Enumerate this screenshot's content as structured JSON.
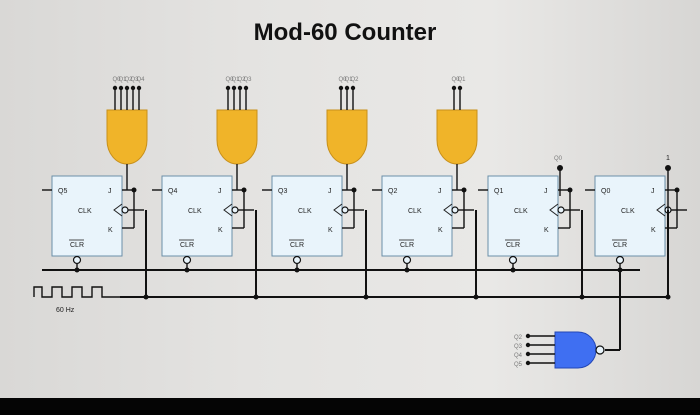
{
  "title": "Mod-60 Counter",
  "clock_label": "60 Hz",
  "input_one_label": "1",
  "flipflops": [
    {
      "q": "Q5",
      "j": "J",
      "clk": "CLK",
      "k": "K",
      "clr": "CLR"
    },
    {
      "q": "Q4",
      "j": "J",
      "clk": "CLK",
      "k": "K",
      "clr": "CLR"
    },
    {
      "q": "Q3",
      "j": "J",
      "clk": "CLK",
      "k": "K",
      "clr": "CLR"
    },
    {
      "q": "Q2",
      "j": "J",
      "clk": "CLK",
      "k": "K",
      "clr": "CLR"
    },
    {
      "q": "Q1",
      "j": "J",
      "clk": "CLK",
      "k": "K",
      "clr": "CLR"
    },
    {
      "q": "Q0",
      "j": "J",
      "clk": "CLK",
      "k": "K",
      "clr": "CLR"
    }
  ],
  "and_gates": [
    {
      "inputs": [
        "Q0",
        "Q1",
        "Q2",
        "Q3",
        "Q4"
      ]
    },
    {
      "inputs": [
        "Q0",
        "Q1",
        "Q2",
        "Q3"
      ]
    },
    {
      "inputs": [
        "Q0",
        "Q1",
        "Q2"
      ]
    },
    {
      "inputs": [
        "Q0",
        "Q1"
      ]
    }
  ],
  "q0_tap_label": "Q0",
  "nand_inputs": [
    "Q2",
    "Q3",
    "Q4",
    "Q5"
  ],
  "colors": {
    "and_gate": "#f0b429",
    "nand_gate": "#3f6ff2",
    "flipflop_fill": "#e9f4fb"
  }
}
